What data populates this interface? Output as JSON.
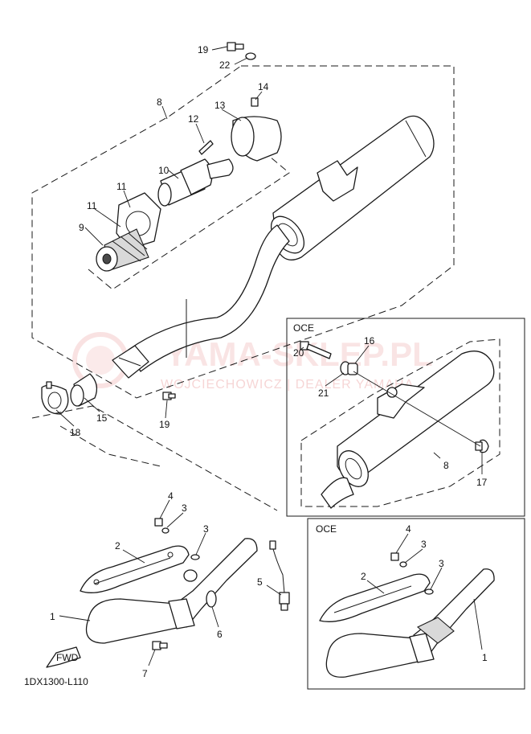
{
  "diagram": {
    "code": "1DX1300-L110",
    "fwd_label": "FWD",
    "inset_top_label": "OCE",
    "inset_bottom_label": "OCE"
  },
  "watermark": {
    "main": "YAMA-SKLEP.PL",
    "sub": "WOJCIECHOWICZ | DEALER YAMAHA"
  },
  "callouts": {
    "c19a": "19",
    "c22": "22",
    "c14": "14",
    "c8a": "8",
    "c13": "13",
    "c12": "12",
    "c10": "10",
    "c11a": "11",
    "c11b": "11",
    "c9": "9",
    "c15": "15",
    "c18": "18",
    "c19b": "19",
    "c20": "20",
    "c21": "21",
    "c16": "16",
    "c8b": "8",
    "c17": "17",
    "c4a": "4",
    "c3a": "3",
    "c3b": "3",
    "c2a": "2",
    "c5": "5",
    "c1a": "1",
    "c6": "6",
    "c7": "7",
    "c4b": "4",
    "c3c": "3",
    "c3d": "3",
    "c2b": "2",
    "c1b": "1"
  },
  "colors": {
    "line": "#1a1a1a",
    "watermark": "#e88a8a"
  }
}
